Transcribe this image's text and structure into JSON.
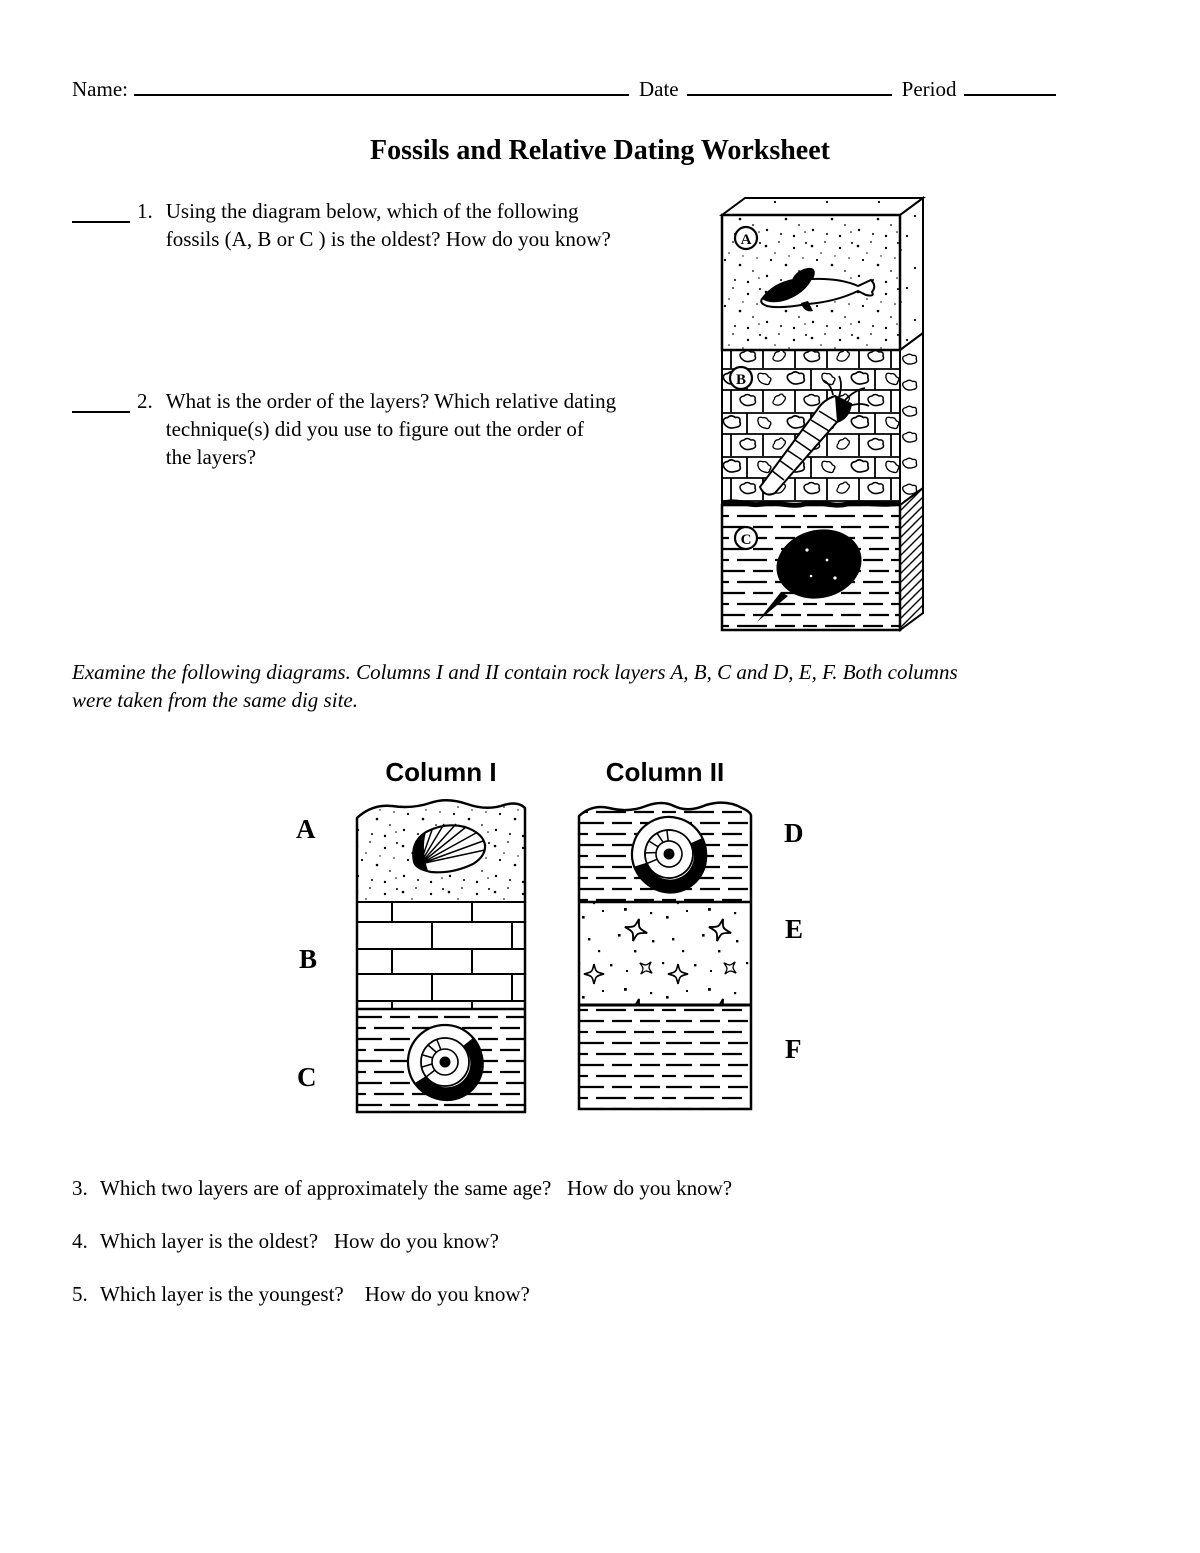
{
  "header": {
    "name_label": "Name:",
    "date_label": "Date",
    "period_label": "Period"
  },
  "title": "Fossils and Relative Dating Worksheet",
  "intro_note": "Examine the following diagrams. Columns I and II contain rock layers A, B, C and D, E, F. Both columns\nwere taken from the same dig site.",
  "questions": [
    {
      "num": "1.",
      "text": "Using the diagram below, which of the following\nfossils (A, B or C ) is the oldest? How do you know?"
    },
    {
      "num": "2.",
      "text": "What is the order of the layers? Which relative dating\ntechnique(s) did you use to figure out the order of\nthe layers?"
    },
    {
      "num": "3.",
      "text": "Which two layers are of approximately the same age?   How do you know?"
    },
    {
      "num": "4.",
      "text": "Which layer is the oldest?   How do you know?"
    },
    {
      "num": "5.",
      "text": "Which layer is the youngest?    How do you know?"
    }
  ],
  "block_diagram": {
    "layer_labels": [
      "A",
      "B",
      "C"
    ],
    "fossil_icons": [
      "fish-fossil",
      "crinoid-fossil",
      "horseshoe-crab-fossil"
    ]
  },
  "columns": {
    "col1": {
      "heading": "Column I",
      "layer_labels": [
        "A",
        "B",
        "C"
      ],
      "fossil_icons": [
        "clam-shell-fossil",
        "",
        "ammonite-fossil"
      ]
    },
    "col2": {
      "heading": "Column II",
      "layer_labels": [
        "D",
        "E",
        "F"
      ],
      "fossil_icons": [
        "ammonite-fossil",
        "",
        ""
      ]
    }
  },
  "colors": {
    "ink": "#000000",
    "paper": "#ffffff"
  }
}
